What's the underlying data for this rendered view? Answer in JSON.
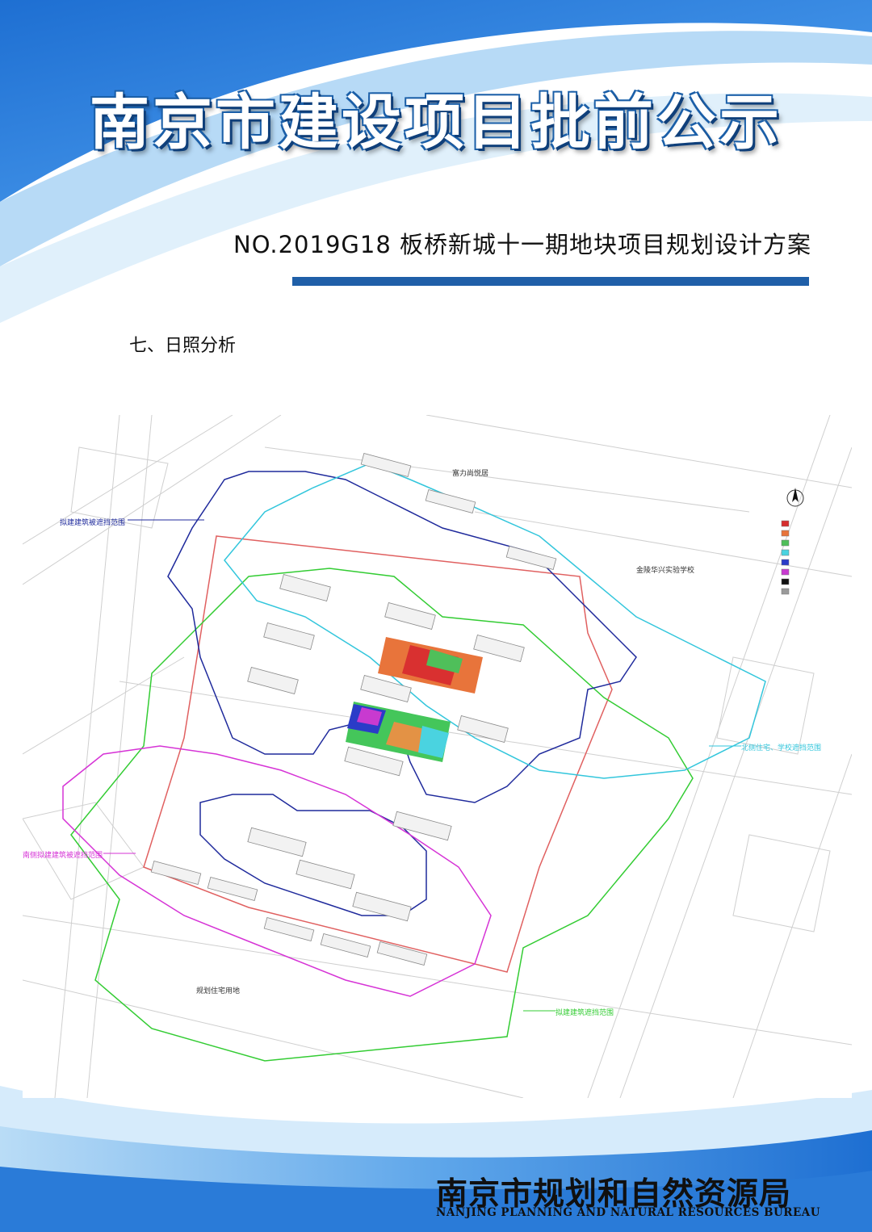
{
  "header": {
    "main_title": "南京市建设项目批前公示",
    "project_title": "NO.2019G18 板桥新城十一期地块项目规划设计方案"
  },
  "section": {
    "heading": "七、日照分析"
  },
  "plan": {
    "labels": {
      "north_neighbor": "富力尚悦居",
      "school": "金陵华兴实验学校",
      "planned_residential": "规划住宅用地",
      "shade_range_main": "拟建建筑被遮挡范围",
      "shade_range_north": "北侧住宅、学校遮挡范围",
      "shade_range_south": "南侧拟建建筑被遮挡范围",
      "shade_range_built": "拟建建筑遮挡范围"
    },
    "colors": {
      "navy": "#1f2a9c",
      "cyan": "#33c6dc",
      "green": "#33cc33",
      "magenta": "#d633d6",
      "site_red": "#e06060"
    }
  },
  "footer": {
    "org_cn": "南京市规划和自然资源局",
    "org_en": "NANJING PLANNING AND NATURAL RESOURCES BUREAU"
  }
}
